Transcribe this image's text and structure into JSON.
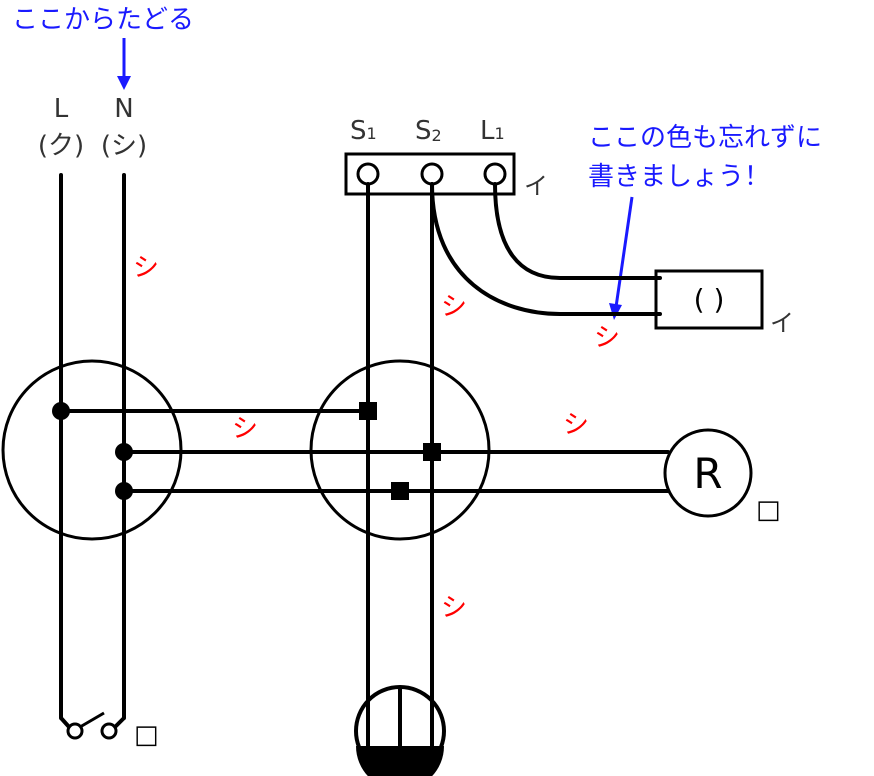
{
  "annotations": {
    "start_note": "ここからたどる",
    "color_note_line1": "ここの色も忘れずに",
    "color_note_line2": "書きましょう！",
    "note_color": "#1a1aff"
  },
  "source": {
    "l_label": "L",
    "l_color": "(ク)",
    "n_label": "N",
    "n_color": "(シ)"
  },
  "terminal_block": {
    "s1": "S",
    "s1_sub": "1",
    "s2": "S",
    "s2_sub": "2",
    "l1": "L",
    "l1_sub": "1",
    "mark": "イ"
  },
  "device_box": {
    "label": "(   )",
    "mark": "イ"
  },
  "lamp": {
    "label": "R",
    "mark": "□"
  },
  "switch": {
    "mark": "□"
  },
  "wire_color_labels": {
    "text": "シ",
    "color": "#ff0000",
    "n_line": "シ",
    "s2_riser": "シ",
    "device_wire": "シ",
    "box_link": "シ",
    "lamp_wire": "シ",
    "lower_riser": "シ"
  }
}
